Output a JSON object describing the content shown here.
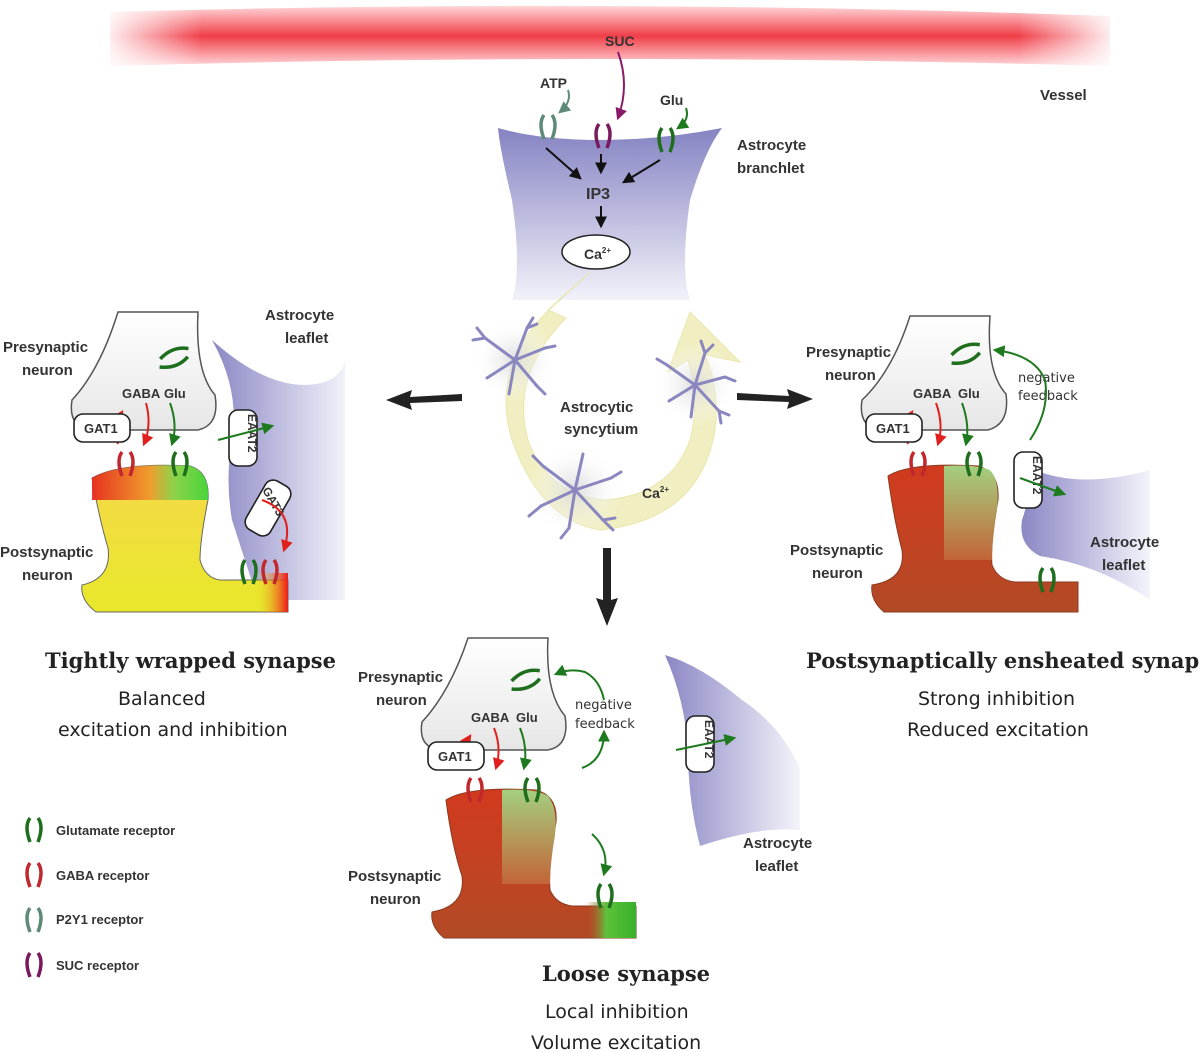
{
  "vessel": {
    "label": "Vessel"
  },
  "branchlet": {
    "label_line1": "Astrocyte",
    "label_line2": "branchlet",
    "suc": "SUC",
    "atp": "ATP",
    "glu": "Glu",
    "ip3": "IP3",
    "ca": "Ca",
    "ca_sup": "2+"
  },
  "syncytium": {
    "label_line1": "Astrocytic",
    "label_line2": "syncytium",
    "ca": "Ca",
    "ca_sup": "2+"
  },
  "left_panel": {
    "presyn_line1": "Presynaptic",
    "presyn_line2": "neuron",
    "gaba": "GABA",
    "glu": "Glu",
    "gat1": "GAT1",
    "eaat2": "EAAT2",
    "gat3": "GAT3",
    "leaflet_line1": "Astrocyte",
    "leaflet_line2": "leaflet",
    "postsyn_line1": "Postsynaptic",
    "postsyn_line2": "neuron",
    "title": "Tightly wrapped synapse",
    "sub_line1": "Balanced",
    "sub_line2": "excitation and inhibition"
  },
  "right_panel": {
    "presyn_line1": "Presynaptic",
    "presyn_line2": "neuron",
    "gaba": "GABA",
    "glu": "Glu",
    "gat1": "GAT1",
    "eaat2": "EAAT2",
    "feedback_line1": "negative",
    "feedback_line2": "feedback",
    "leaflet_line1": "Astrocyte",
    "leaflet_line2": "leaflet",
    "postsyn_line1": "Postsynaptic",
    "postsyn_line2": "neuron",
    "title": "Postsynaptically ensheated synapse",
    "sub_line1": "Strong inhibition",
    "sub_line2": "Reduced excitation"
  },
  "bottom_panel": {
    "presyn_line1": "Presynaptic",
    "presyn_line2": "neuron",
    "gaba": "GABA",
    "glu": "Glu",
    "gat1": "GAT1",
    "eaat2": "EAAT2",
    "feedback_line1": "negative",
    "feedback_line2": "feedback",
    "leaflet_line1": "Astrocyte",
    "leaflet_line2": "leaflet",
    "postsyn_line1": "Postsynaptic",
    "postsyn_line2": "neuron",
    "title": "Loose synapse",
    "sub_line1": "Local inhibition",
    "sub_line2": "Volume excitation"
  },
  "legend": {
    "items": [
      {
        "label": "Glutamate receptor",
        "color": "#1e6e1e"
      },
      {
        "label": "GABA receptor",
        "color": "#c0282d"
      },
      {
        "label": "P2Y1 receptor",
        "color": "#5e8a78"
      },
      {
        "label": "SUC receptor",
        "color": "#7a1a5e"
      }
    ]
  },
  "colors": {
    "glu": "#1e7a1e",
    "gaba": "#e0201c",
    "astro": "#8f8cc6",
    "vessel": "#f03e48"
  }
}
